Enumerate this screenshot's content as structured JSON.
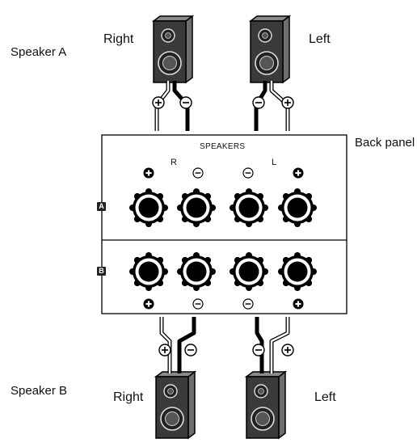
{
  "labels": {
    "speaker_a": "Speaker A",
    "speaker_b": "Speaker B",
    "back_panel": "Back panel",
    "right": "Right",
    "left": "Left",
    "panel_title": "SPEAKERS",
    "channel_r": "R",
    "channel_l": "L",
    "row_a": "A",
    "row_b": "B"
  },
  "terminal_polarity": [
    "+",
    "−",
    "−",
    "+"
  ],
  "colors": {
    "line": "#000000",
    "speaker_dark": "#3a3a3a",
    "speaker_side": "#6e6e6e"
  }
}
